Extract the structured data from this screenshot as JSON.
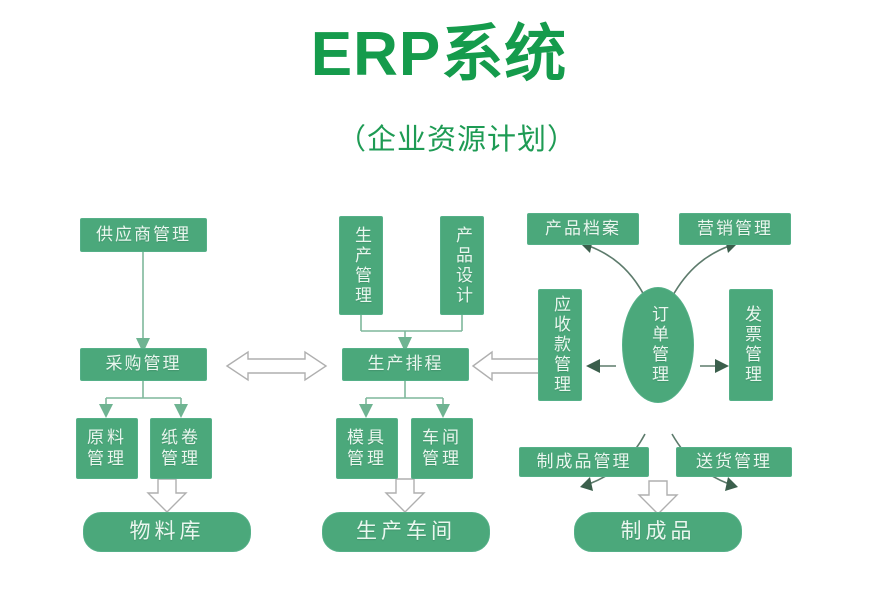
{
  "header": {
    "title": "ERP系统",
    "subtitle": "（企业资源计划）"
  },
  "theme": {
    "title_green": "#159B4C",
    "box_green": "#4BA87B",
    "box_text": "#EAF7EF",
    "line_green": "#7FB79B",
    "hollow_arrow_fill": "#FFFFFF",
    "hollow_arrow_stroke": "#AFAFAF",
    "background": "#FFFFFF"
  },
  "diagram": {
    "type": "flowchart",
    "columns": [
      {
        "name": "procurement-column",
        "nodes": [
          "supplier-management",
          "purchase-management",
          "raw-material-management",
          "paper-roll-management",
          "material-warehouse"
        ]
      },
      {
        "name": "production-column",
        "nodes": [
          "production-management",
          "product-design",
          "production-scheduling",
          "mold-management",
          "workshop-management",
          "production-workshop"
        ]
      },
      {
        "name": "order-column",
        "nodes": [
          "product-archive",
          "marketing-management",
          "accounts-receivable-management",
          "order-management",
          "invoice-management",
          "finished-product-management",
          "delivery-management",
          "finished-products"
        ]
      }
    ],
    "nodes": {
      "supplier_management": "供应商管理",
      "purchase_management": "采购管理",
      "raw_material_management": "原料\n管理",
      "paper_roll_management": "纸卷\n管理",
      "material_warehouse": "物料库",
      "production_management": "生产管理",
      "product_design": "产品设计",
      "production_scheduling": "生产排程",
      "mold_management": "模具\n管理",
      "workshop_management": "车间\n管理",
      "production_workshop": "生产车间",
      "product_archive": "产品档案",
      "marketing_management": "营销管理",
      "accounts_receivable": "应收款管理",
      "order_management": "订单管理",
      "invoice_management": "发票管理",
      "finished_product_management": "制成品管理",
      "delivery_management": "送货管理",
      "finished_products": "制成品"
    },
    "connections": [
      {
        "from": "供应商管理",
        "to": "采购管理",
        "style": "arrow-down-thin"
      },
      {
        "from": "采购管理",
        "to": "原料管理",
        "style": "branch-down-thin"
      },
      {
        "from": "采购管理",
        "to": "纸卷管理",
        "style": "branch-down-thin"
      },
      {
        "from": "原料管理/纸卷管理",
        "to": "物料库",
        "style": "hollow-arrow-down"
      },
      {
        "from": "生产管理",
        "to": "生产排程",
        "style": "branch-down-thin"
      },
      {
        "from": "产品设计",
        "to": "生产排程",
        "style": "branch-down-thin"
      },
      {
        "from": "生产排程",
        "to": "模具管理",
        "style": "branch-down-thin"
      },
      {
        "from": "生产排程",
        "to": "车间管理",
        "style": "branch-down-thin"
      },
      {
        "from": "模具管理/车间管理",
        "to": "生产车间",
        "style": "hollow-arrow-down"
      },
      {
        "from": "采购管理",
        "to": "生产排程",
        "style": "hollow-double-arrow"
      },
      {
        "from": "生产排程",
        "to": "应收款管理",
        "style": "hollow-double-arrow"
      },
      {
        "from": "订单管理",
        "to": "应收款管理",
        "style": "solid-arrow-left"
      },
      {
        "from": "订单管理",
        "to": "发票管理",
        "style": "solid-arrow-right"
      },
      {
        "from": "订单管理",
        "to": "产品档案",
        "style": "curved-arrow"
      },
      {
        "from": "订单管理",
        "to": "营销管理",
        "style": "curved-arrow"
      },
      {
        "from": "订单管理",
        "to": "制成品管理",
        "style": "curved-arrow"
      },
      {
        "from": "订单管理",
        "to": "送货管理",
        "style": "curved-arrow"
      },
      {
        "from": "制成品管理/送货管理",
        "to": "制成品",
        "style": "hollow-arrow-down"
      }
    ]
  }
}
